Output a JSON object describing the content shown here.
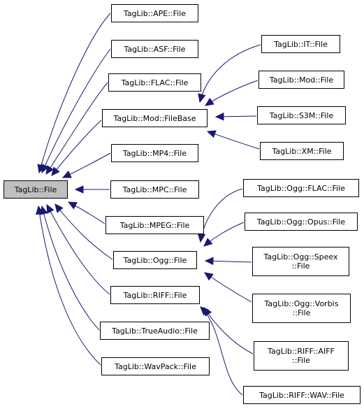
{
  "diagram": {
    "root": "TagLib::File",
    "nodes": [
      {
        "id": "root",
        "label": "TagLib::File"
      },
      {
        "id": "ape",
        "label": "TagLib::APE::File"
      },
      {
        "id": "asf",
        "label": "TagLib::ASF::File"
      },
      {
        "id": "flac",
        "label": "TagLib::FLAC::File"
      },
      {
        "id": "modbase",
        "label": "TagLib::Mod::FileBase"
      },
      {
        "id": "mp4",
        "label": "TagLib::MP4::File"
      },
      {
        "id": "mpc",
        "label": "TagLib::MPC::File"
      },
      {
        "id": "mpeg",
        "label": "TagLib::MPEG::File"
      },
      {
        "id": "ogg",
        "label": "TagLib::Ogg::File"
      },
      {
        "id": "riff",
        "label": "TagLib::RIFF::File"
      },
      {
        "id": "trueaudio",
        "label": "TagLib::TrueAudio::File"
      },
      {
        "id": "wavpack",
        "label": "TagLib::WavPack::File"
      },
      {
        "id": "it",
        "label": "TagLib::IT::File"
      },
      {
        "id": "mod",
        "label": "TagLib::Mod::File"
      },
      {
        "id": "s3m",
        "label": "TagLib::S3M::File"
      },
      {
        "id": "xm",
        "label": "TagLib::XM::File"
      },
      {
        "id": "oggflac",
        "label": "TagLib::Ogg::FLAC::File"
      },
      {
        "id": "oggopus",
        "label": "TagLib::Ogg::Opus::File"
      },
      {
        "id": "oggspeex",
        "label": "TagLib::Ogg::Speex\n::File"
      },
      {
        "id": "oggvorbis",
        "label": "TagLib::Ogg::Vorbis\n::File"
      },
      {
        "id": "riffaiff",
        "label": "TagLib::RIFF::AIFF\n::File"
      },
      {
        "id": "riffwav",
        "label": "TagLib::RIFF::WAV::File"
      }
    ],
    "edges": [
      {
        "from": "ape",
        "to": "root"
      },
      {
        "from": "asf",
        "to": "root"
      },
      {
        "from": "flac",
        "to": "root"
      },
      {
        "from": "modbase",
        "to": "root"
      },
      {
        "from": "mp4",
        "to": "root"
      },
      {
        "from": "mpc",
        "to": "root"
      },
      {
        "from": "mpeg",
        "to": "root"
      },
      {
        "from": "ogg",
        "to": "root"
      },
      {
        "from": "riff",
        "to": "root"
      },
      {
        "from": "trueaudio",
        "to": "root"
      },
      {
        "from": "wavpack",
        "to": "root"
      },
      {
        "from": "it",
        "to": "modbase"
      },
      {
        "from": "mod",
        "to": "modbase"
      },
      {
        "from": "s3m",
        "to": "modbase"
      },
      {
        "from": "xm",
        "to": "modbase"
      },
      {
        "from": "oggflac",
        "to": "ogg"
      },
      {
        "from": "oggopus",
        "to": "ogg"
      },
      {
        "from": "oggspeex",
        "to": "ogg"
      },
      {
        "from": "oggvorbis",
        "to": "ogg"
      },
      {
        "from": "riffaiff",
        "to": "riff"
      },
      {
        "from": "riffwav",
        "to": "riff"
      }
    ],
    "colors": {
      "edge": "#191970",
      "root_fill": "#bfbfbf",
      "node_fill": "#ffffff",
      "border": "#000000"
    }
  }
}
